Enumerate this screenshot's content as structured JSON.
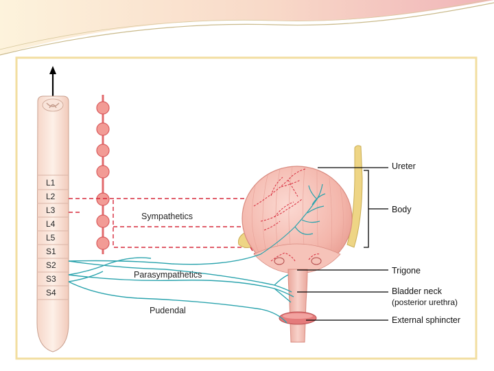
{
  "spinal_segments": [
    "L1",
    "L2",
    "L3",
    "L4",
    "L5",
    "S1",
    "S2",
    "S3",
    "S4"
  ],
  "nerves": {
    "sympathetics": "Sympathetics",
    "parasympathetics": "Parasympathetics",
    "pudendal": "Pudendal"
  },
  "callouts": {
    "ureter": "Ureter",
    "body": "Body",
    "trigone": "Trigone",
    "bladder_neck": "Bladder neck",
    "bladder_neck_sub": "(posterior urethra)",
    "external_sphincter": "External sphincter"
  },
  "colors": {
    "frame": "#f2dea0",
    "sympathetic_nerve": "#d6283a",
    "parasympathetic_nerve": "#2aa3ad",
    "bladder": "#f3b7ac",
    "ureter": "#eed585"
  }
}
